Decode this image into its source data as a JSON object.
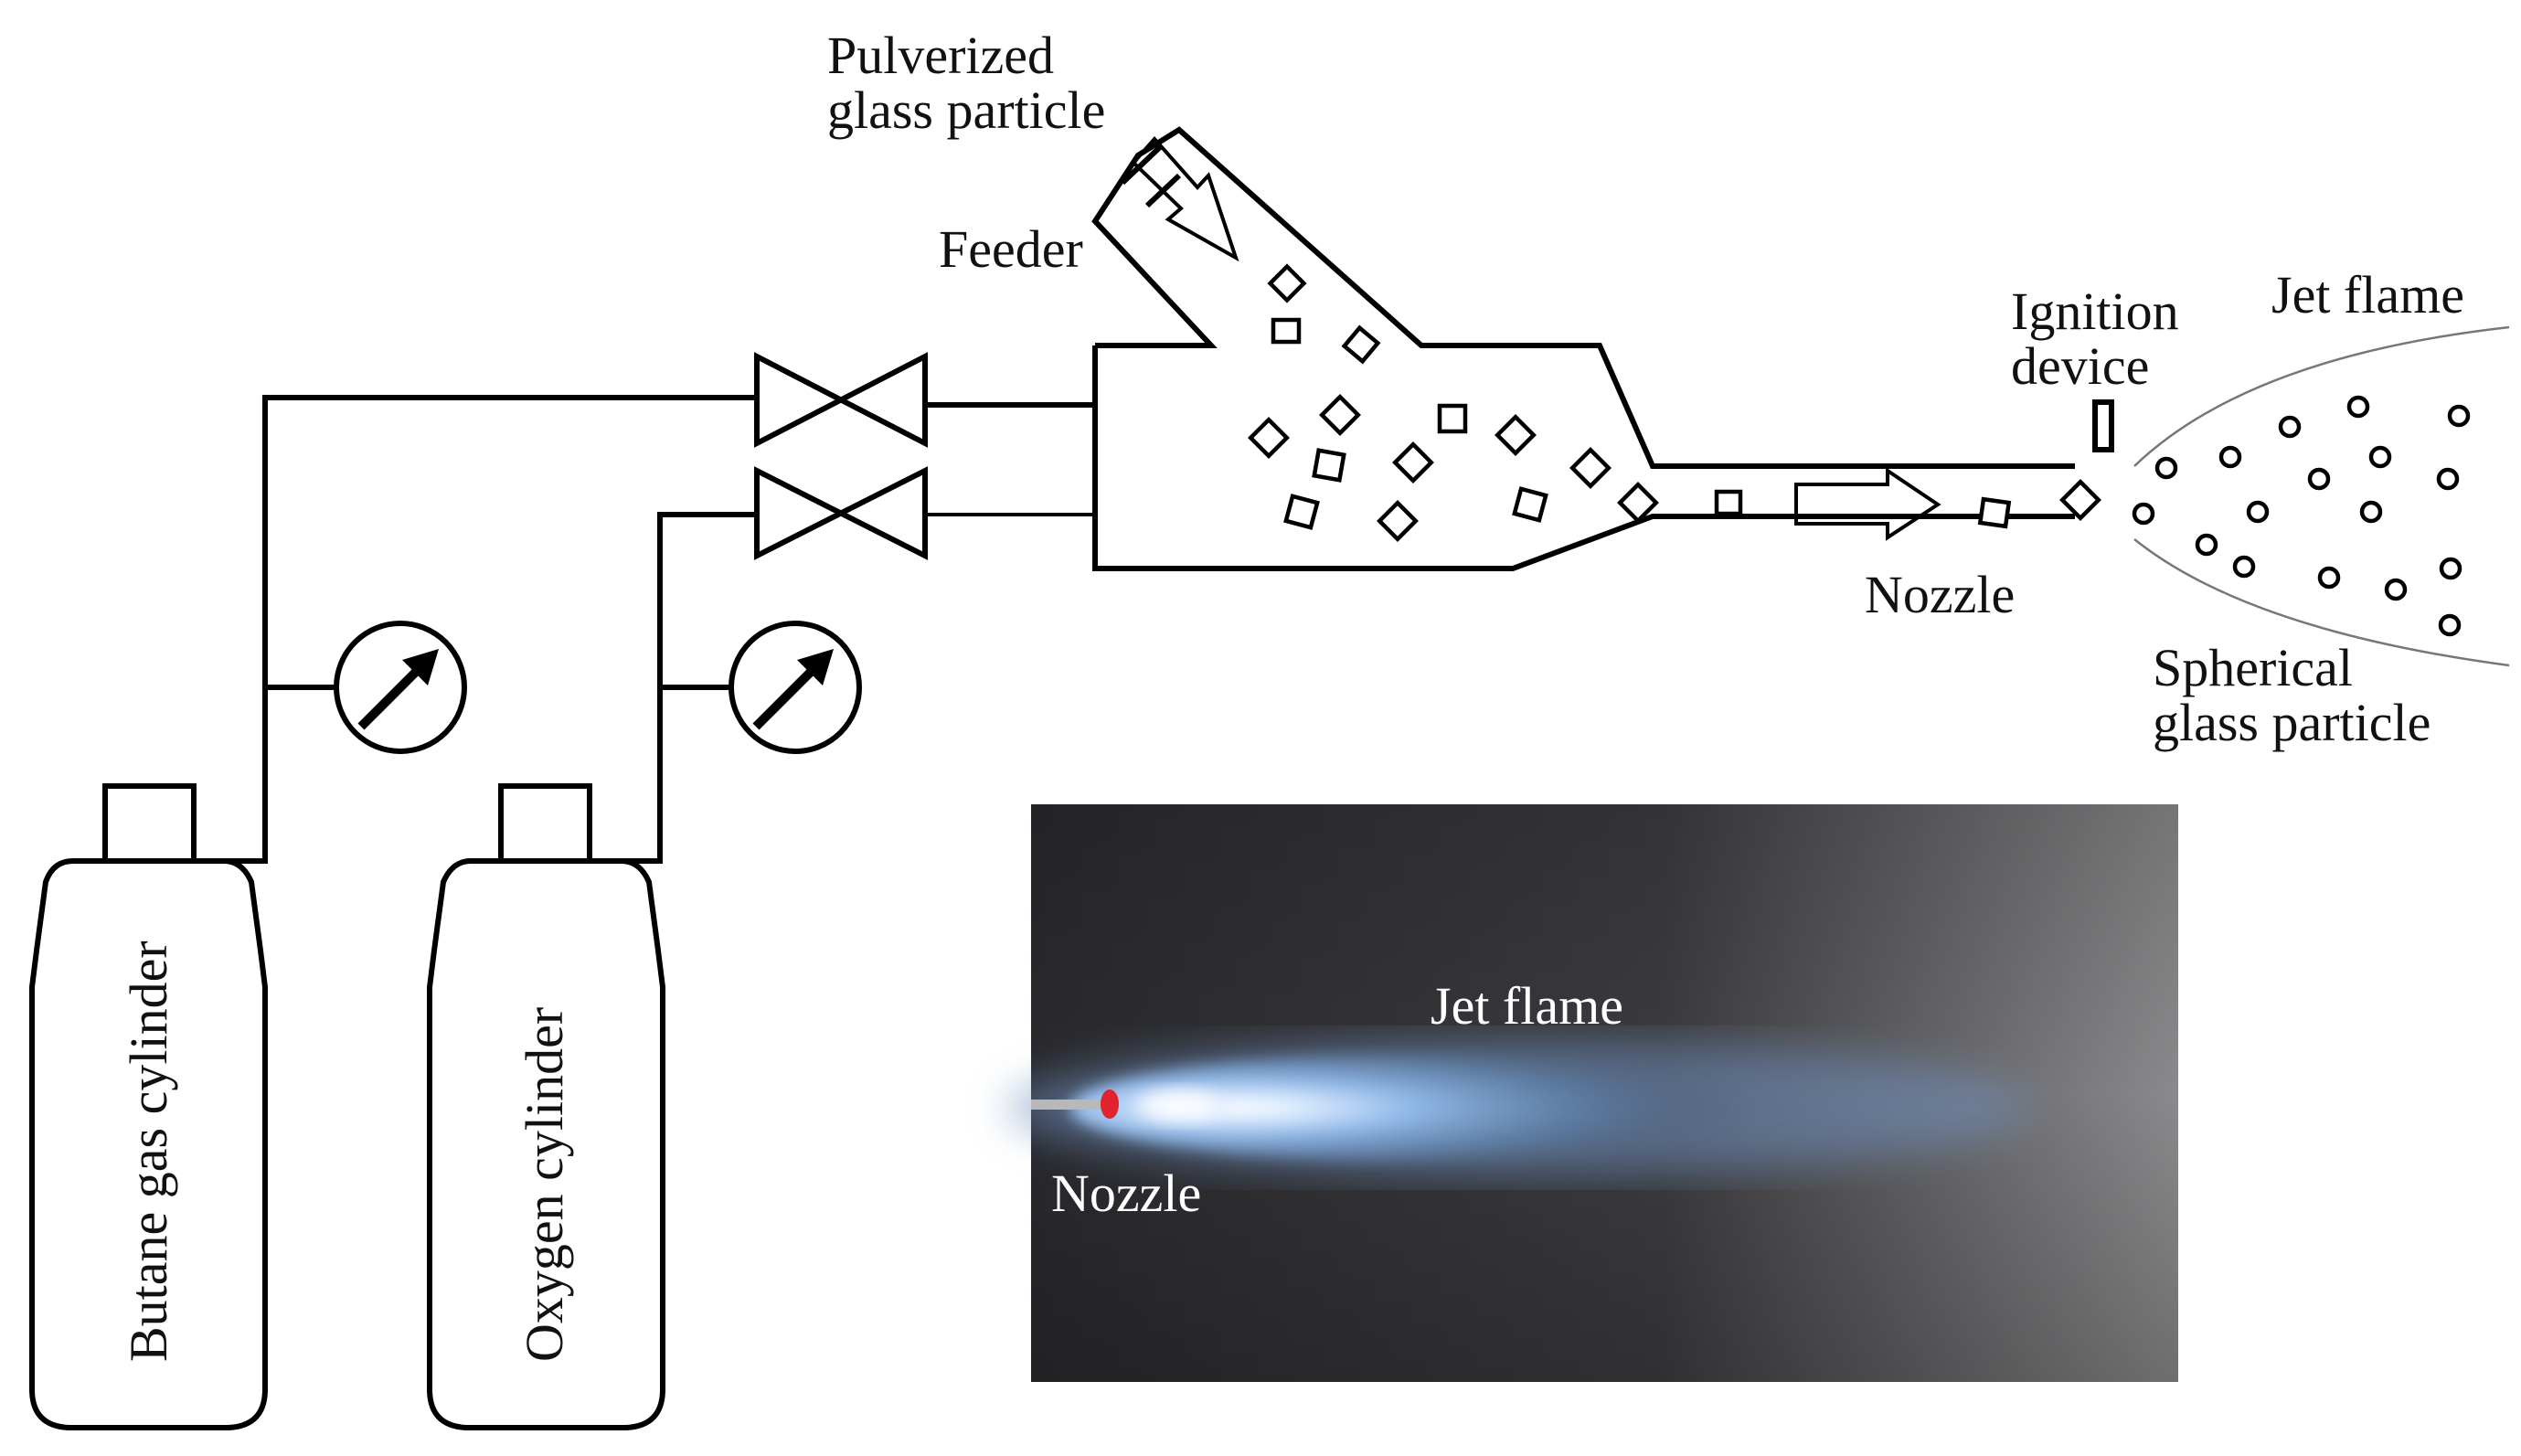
{
  "labels": {
    "pulverized_line1": "Pulverized",
    "pulverized_line2": "glass particle",
    "feeder": "Feeder",
    "ignition_line1": "Ignition",
    "ignition_line2": "device",
    "jet_flame": "Jet flame",
    "nozzle": "Nozzle",
    "spherical_line1": "Spherical",
    "spherical_line2": "glass particle",
    "butane_cylinder": "Butane gas cylinder",
    "oxygen_cylinder": "Oxygen cylinder"
  },
  "photo": {
    "jet_flame": "Jet flame",
    "nozzle": "Nozzle",
    "flame_color": "#8fb8e8",
    "background_color": "#3a3a3e"
  }
}
